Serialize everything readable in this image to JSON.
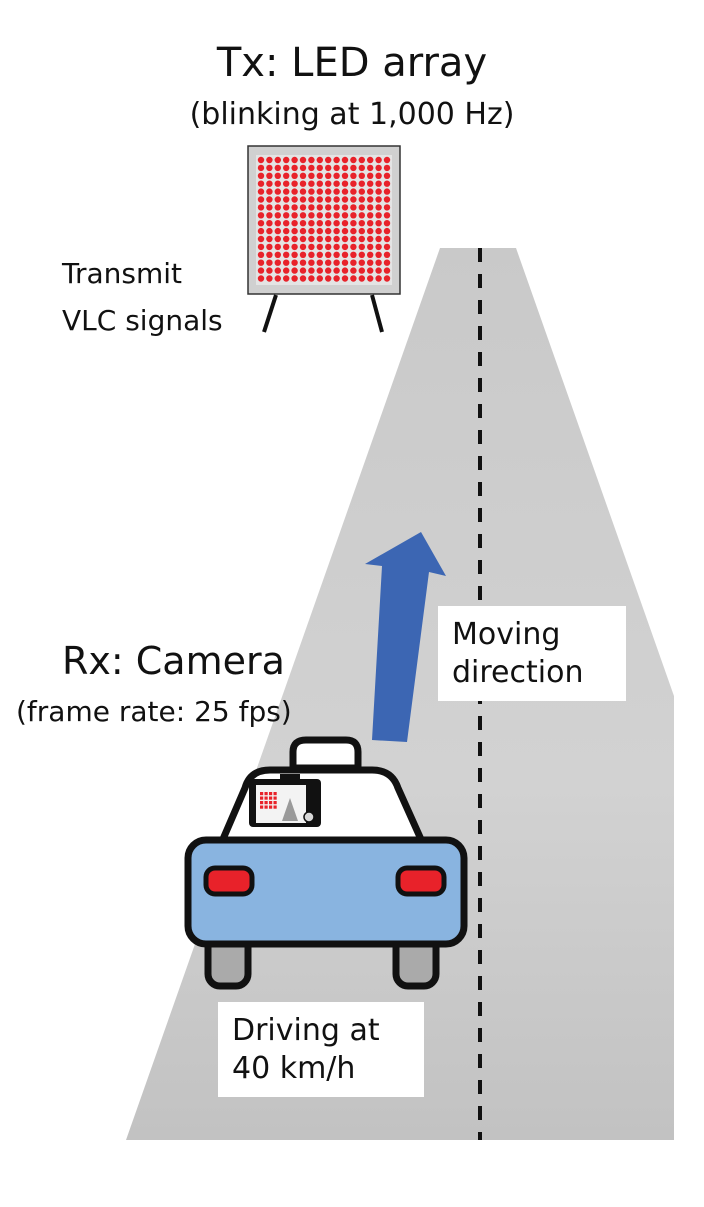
{
  "transmitter": {
    "title": "Tx: LED array",
    "subtitle": "(blinking at 1,000 Hz)",
    "note_line1": "Transmit",
    "note_line2": "VLC signals",
    "led_color": "#e8222a"
  },
  "receiver": {
    "title": "Rx: Camera",
    "subtitle": "(frame rate: 25 fps)"
  },
  "direction": {
    "line1": "Moving",
    "line2": "direction",
    "arrow_color": "#3c66b3"
  },
  "vehicle": {
    "speed_line1": "Driving at",
    "speed_line2": "40 km/h",
    "body_color": "#89b4e0",
    "taillight_color": "#e8222a"
  },
  "road": {
    "color": "#c4c4c4"
  }
}
